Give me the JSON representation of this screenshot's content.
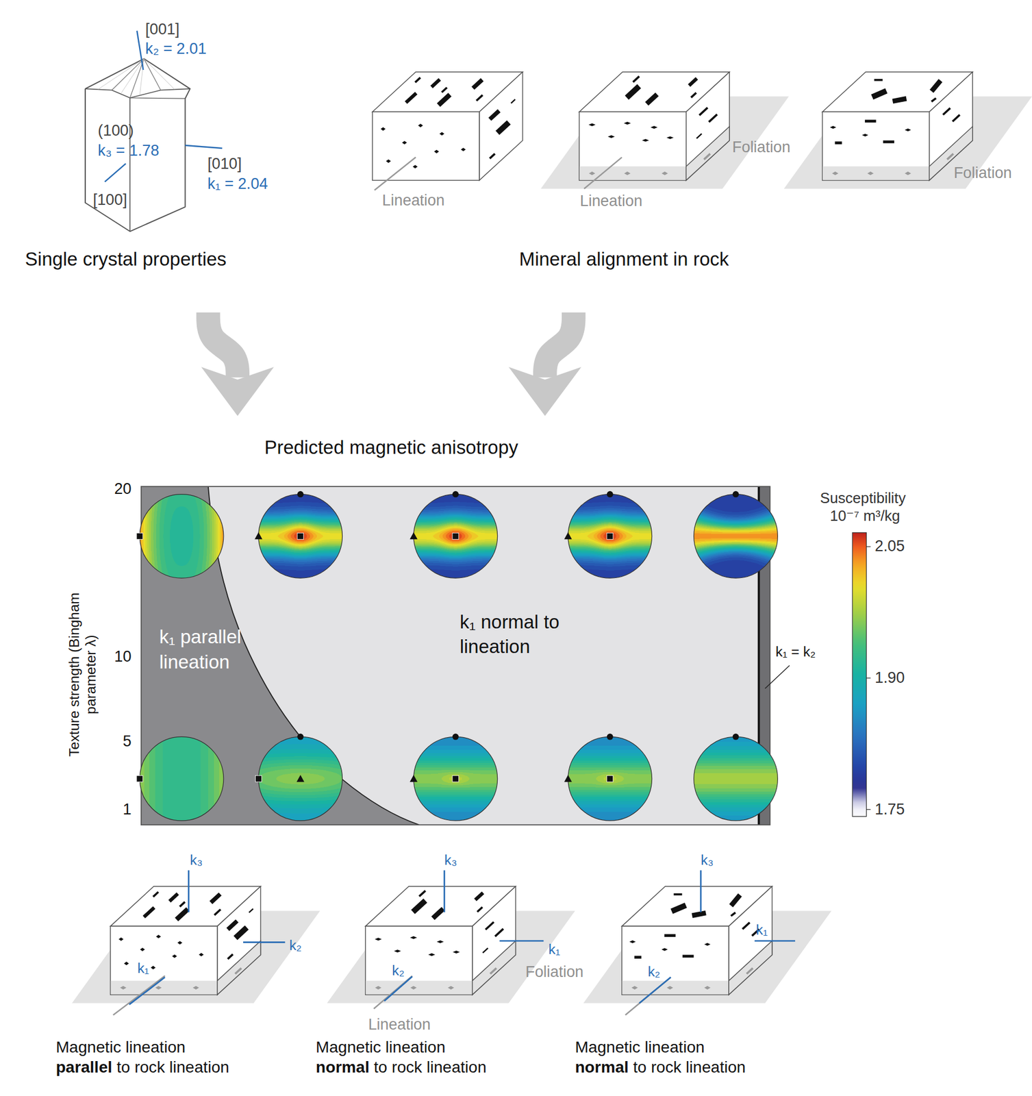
{
  "diagram": {
    "nodes": [
      {
        "text": [
          "Single crystal properties"
        ]
      },
      {
        "text": [
          "Mineral alignment in rock"
        ]
      },
      {
        "text": [
          "Predicted magnetic anisotropy"
        ]
      }
    ],
    "edges": [
      {
        "from": 0,
        "to": 2,
        "arrow": "to"
      },
      {
        "from": 1,
        "to": 2,
        "arrow": "to"
      }
    ],
    "labels": [
      "[001]",
      "k₂ = 2.01",
      "(100)",
      "k₃ = 1.78",
      "[010]",
      "k₁ = 2.04",
      "[100]",
      "Lineation",
      "Foliation",
      "Lineation",
      "Foliation",
      "20",
      "Texture strength (Bingham parameter λ)",
      "10",
      "5",
      "1",
      "k₁ parallel lineation",
      "k₁ normal to lineation",
      "k₁ = k₂",
      "Susceptibility",
      "10⁻⁷ m³/kg",
      "2.05",
      "1.90",
      "1.75",
      "k₃",
      "k₂",
      "k₁",
      "k₃",
      "k₁",
      "k₂",
      "Foliation",
      "Lineation",
      "k₃",
      "k₁",
      "k₂",
      "Magnetic lineation parallel to rock lineation",
      "Magnetic lineation normal to rock lineation",
      "Magnetic lineation normal to rock lineation"
    ]
  }
}
